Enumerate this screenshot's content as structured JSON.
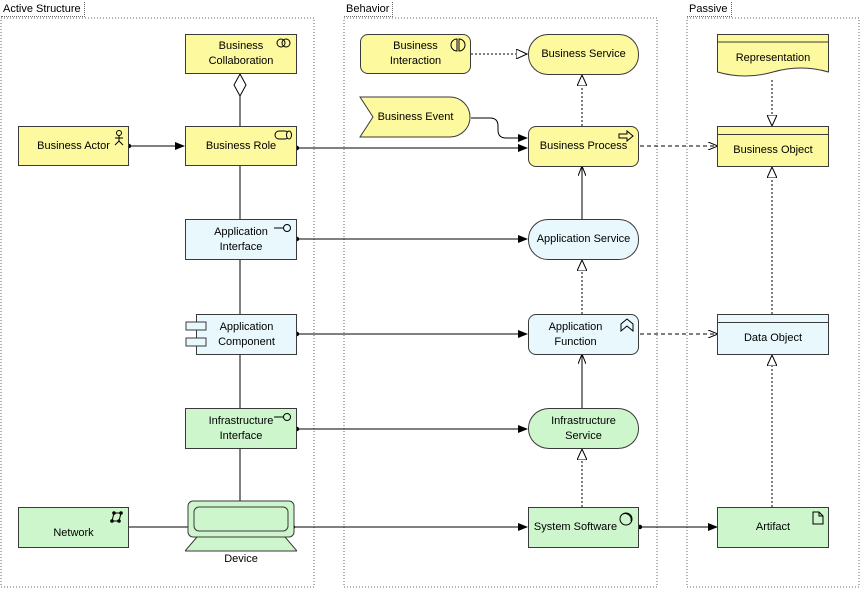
{
  "lanes": {
    "active": "Active Structure",
    "behavior": "Behavior",
    "passive": "Passive"
  },
  "nodes": {
    "business_collaboration": "Business\nCollaboration",
    "business_actor": "Business Actor",
    "business_role": "Business Role",
    "application_interface": "Application\nInterface",
    "application_component": "Application\nComponent",
    "infrastructure_interface": "Infrastructure\nInterface",
    "network": "Network",
    "device": "Device",
    "business_interaction": "Business\nInteraction",
    "business_service": "Business Service",
    "business_event": "Business Event",
    "business_process": "Business Process",
    "application_service": "Application Service",
    "application_function": "Application\nFunction",
    "infrastructure_service": "Infrastructure\nService",
    "system_software": "System Software",
    "representation": "Representation",
    "business_object": "Business Object",
    "data_object": "Data Object",
    "artifact": "Artifact"
  },
  "colors": {
    "business": "#fdf99f",
    "application": "#e9f8fd",
    "infrastructure": "#cef6cd",
    "border": "#3a3a3a"
  },
  "icons": {
    "business_collaboration": "collaboration-icon",
    "business_actor": "actor-icon",
    "business_role": "role-icon",
    "application_interface": "interface-icon",
    "infrastructure_interface": "interface-icon",
    "application_component": "component-icon",
    "network": "network-icon",
    "device": "device-icon",
    "business_interaction": "interaction-icon",
    "business_process": "process-arrow-icon",
    "application_function": "function-icon",
    "system_software": "system-software-icon",
    "artifact": "artifact-icon"
  }
}
